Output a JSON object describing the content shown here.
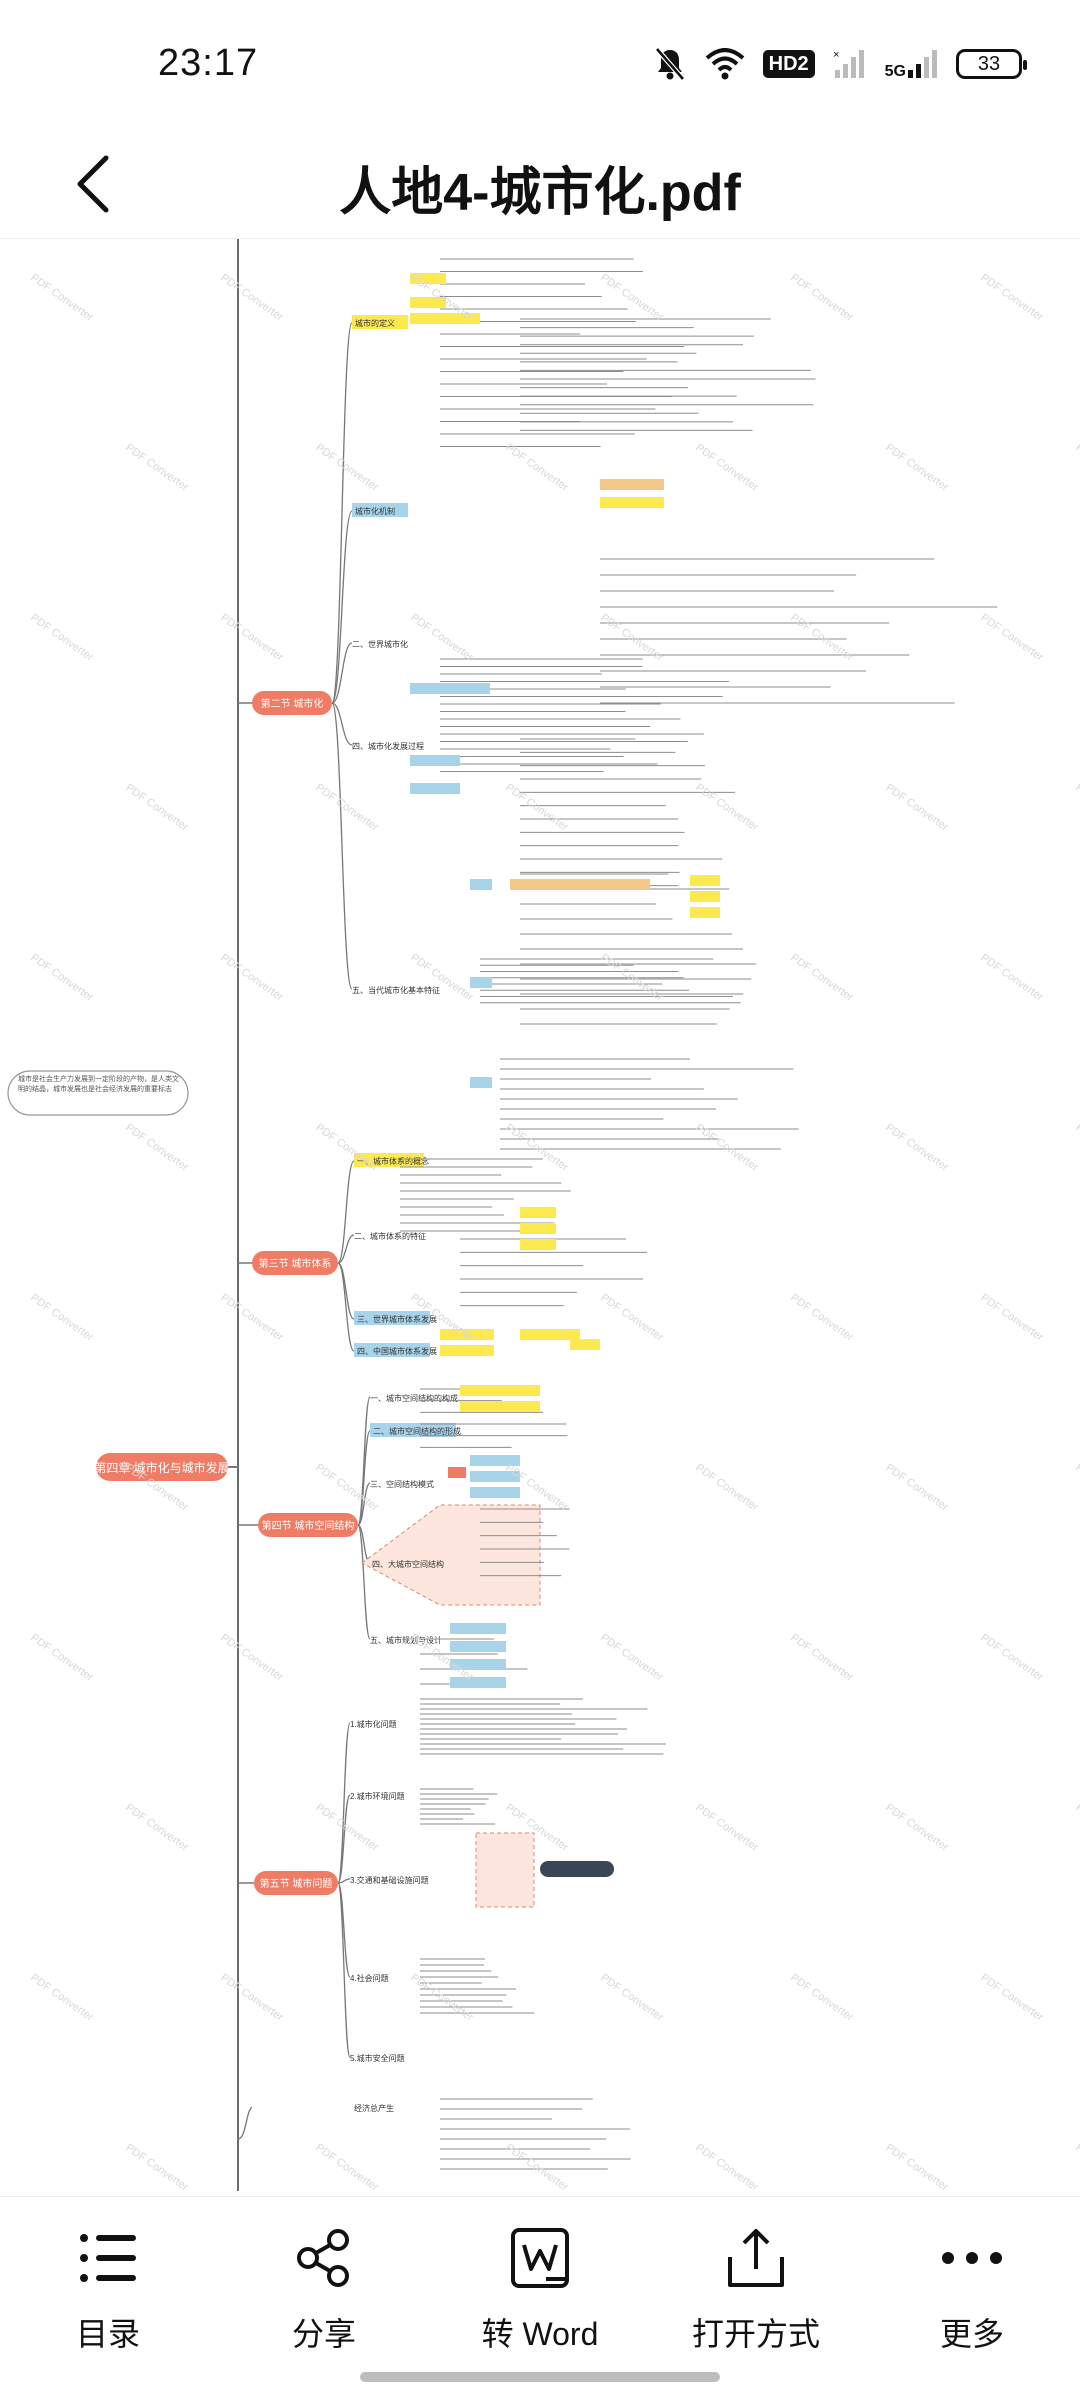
{
  "status_bar": {
    "time": "23:17",
    "hd_label": "HD2",
    "network_label": "5G",
    "battery_level": "33"
  },
  "header": {
    "title": "人地4-城市化.pdf"
  },
  "document": {
    "root_node": "第四章 城市化与城市发展",
    "left_note": "城市是社会生产力发展到一定阶段的产物，是人类文明的结晶，城市发展也是社会经济发展的重要标志",
    "sections": [
      {
        "label": "第二节 城市化",
        "color": "#f0866a"
      },
      {
        "label": "第三节 城市体系",
        "color": "#f0866a"
      },
      {
        "label": "第四节 城市空间结构",
        "color": "#f0866a"
      },
      {
        "label": "第五节 城市问题",
        "color": "#f0866a"
      }
    ],
    "sec2_children": [
      "城市的定义",
      "城市化机制",
      "二、世界城市化",
      "四、城市化发展过程",
      "五、当代城市化基本特征"
    ],
    "sec3_children": [
      "一、城市体系的概念",
      "二、城市体系的特征",
      "三、世界城市体系发展",
      "四、中国城市体系发展"
    ],
    "sec4_children": [
      "一、城市空间结构的构成",
      "二、城市空间结构的形成",
      "三、空间结构模式",
      "四、大城市空间结构",
      "五、城市规划与设计"
    ],
    "sec5_children": [
      "1.城市化问题",
      "2.城市环境问题",
      "3.交通和基础设施问题",
      "4.社会问题",
      "5.城市安全问题"
    ],
    "bottom_node": "经济总产生",
    "watermark": "PDF Converter"
  },
  "toolbar": {
    "items": [
      {
        "label": "目录",
        "icon": "list-icon"
      },
      {
        "label": "分享",
        "icon": "share-icon"
      },
      {
        "label": "转 Word",
        "icon": "word-convert-icon"
      },
      {
        "label": "打开方式",
        "icon": "open-with-icon"
      },
      {
        "label": "更多",
        "icon": "more-icon"
      }
    ]
  }
}
